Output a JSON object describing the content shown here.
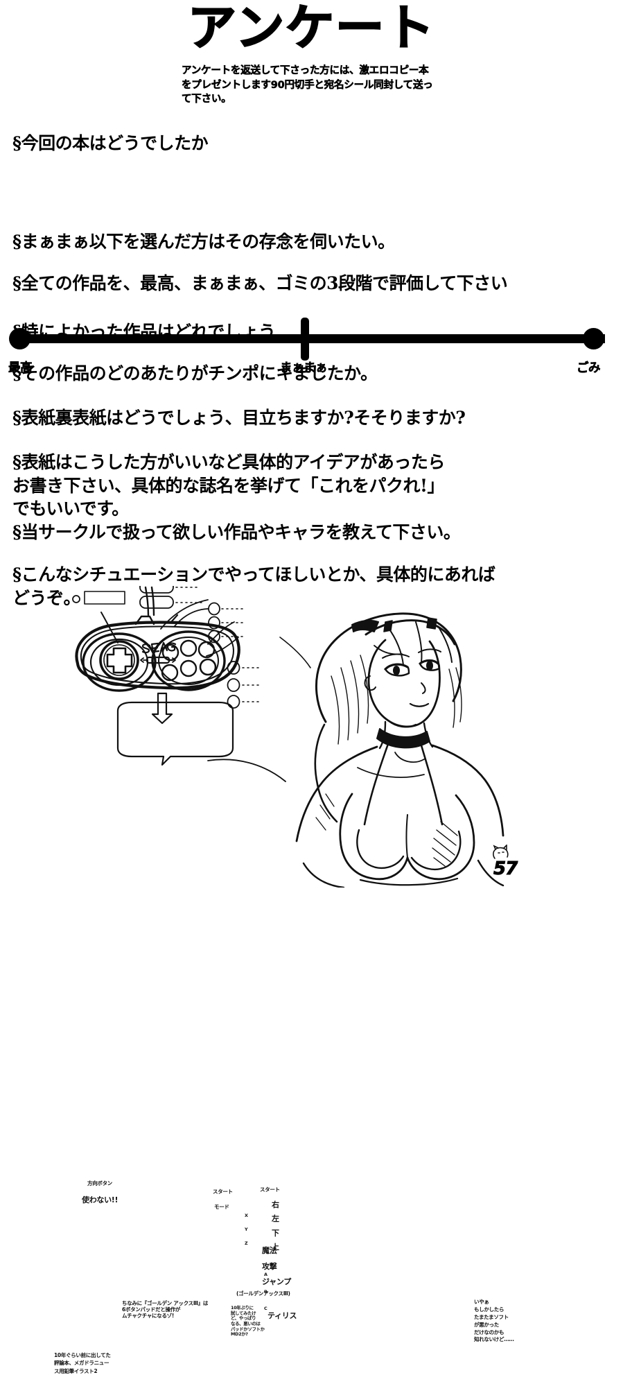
{
  "header": {
    "title": "アンケート",
    "subtitle": "アンケートを返送して下さった方には、激エロコピー本をプレゼントします90円切手と宛名シール同封して送って下さい。"
  },
  "scale": {
    "question": "§今回の本はどうでしたか",
    "labels": {
      "left": "最高",
      "middle": "まぁまぁ",
      "right": "ごみ"
    }
  },
  "questions": [
    {
      "id": "q2",
      "text": "§まぁまぁ以下を選んだ方はその存念を伺いたい。"
    },
    {
      "id": "q3",
      "text": "§全ての作品を、最高、まぁまぁ、ゴミの3段階で評価して下さい"
    },
    {
      "id": "q4",
      "text": "§特によかった作品はどれでしょう"
    },
    {
      "id": "q5",
      "text": "§その作品のどのあたりがチンポにキましたか。"
    },
    {
      "id": "q6",
      "text": "§表紙裏表紙はどうでしょう、目立ちますか?そそりますか?"
    },
    {
      "id": "q7",
      "text": "§表紙はこうした方がいいなど具体的アイデアがあったら\n お書き下さい、具体的な誌名を挙げて「これをパクれ!」\n でもいいです。"
    },
    {
      "id": "q8",
      "text": "§当サークルで扱って欲しい作品やキャラを教えて下さい。"
    },
    {
      "id": "q9",
      "text": "§こんなシチュエーションでやってほしいとか、具体的にあれば\n  どうぞ。"
    }
  ],
  "illustration": {
    "caption_controller_topleft_box": "方向ボタン",
    "caption_controller_topleft_note": "使わない!!",
    "controller_brand": "SEGA",
    "controller_start_box": "スタート",
    "controller_mode_box": "モード",
    "controller_buttons": [
      "X",
      "Y",
      "Z",
      "A",
      "B",
      "C"
    ],
    "mapping": [
      {
        "key": "スタート",
        "action": "スタート"
      },
      {
        "key": "モード",
        "action": "右"
      },
      {
        "key": "X",
        "action": "左"
      },
      {
        "key": "Y",
        "action": "下"
      },
      {
        "key": "Z",
        "action": "上"
      },
      {
        "key": "A",
        "action": "魔法"
      },
      {
        "key": "B",
        "action": "攻撃"
      },
      {
        "key": "C",
        "action": "ジャンプ"
      }
    ],
    "bubble_text": "ちなみに『ゴールデン アックスⅢ』は\n6ボタンパッドだと操作が\nムチャクチャになるゾ!",
    "side_note_small": "10年ぶりに\n試してみたけ\nど、やっぱり\nなる、悪いのは\nパッドかソフトか\nMD2か?",
    "game_title_note": "(ゴールデンアックスⅢ)",
    "character_name": "ティリス",
    "bottom_left_note": "10年ぐらい前に出してた\n評論本、メガドラニュー\nス用鉛筆イラスト2",
    "right_note": "いやぁ\nもしかしたら\nたまたまソフト\nが悪かった\nだけなのかも\n知れないけど……",
    "page_number": "57"
  },
  "colors": {
    "ink": "#000000",
    "paper": "#ffffff"
  }
}
